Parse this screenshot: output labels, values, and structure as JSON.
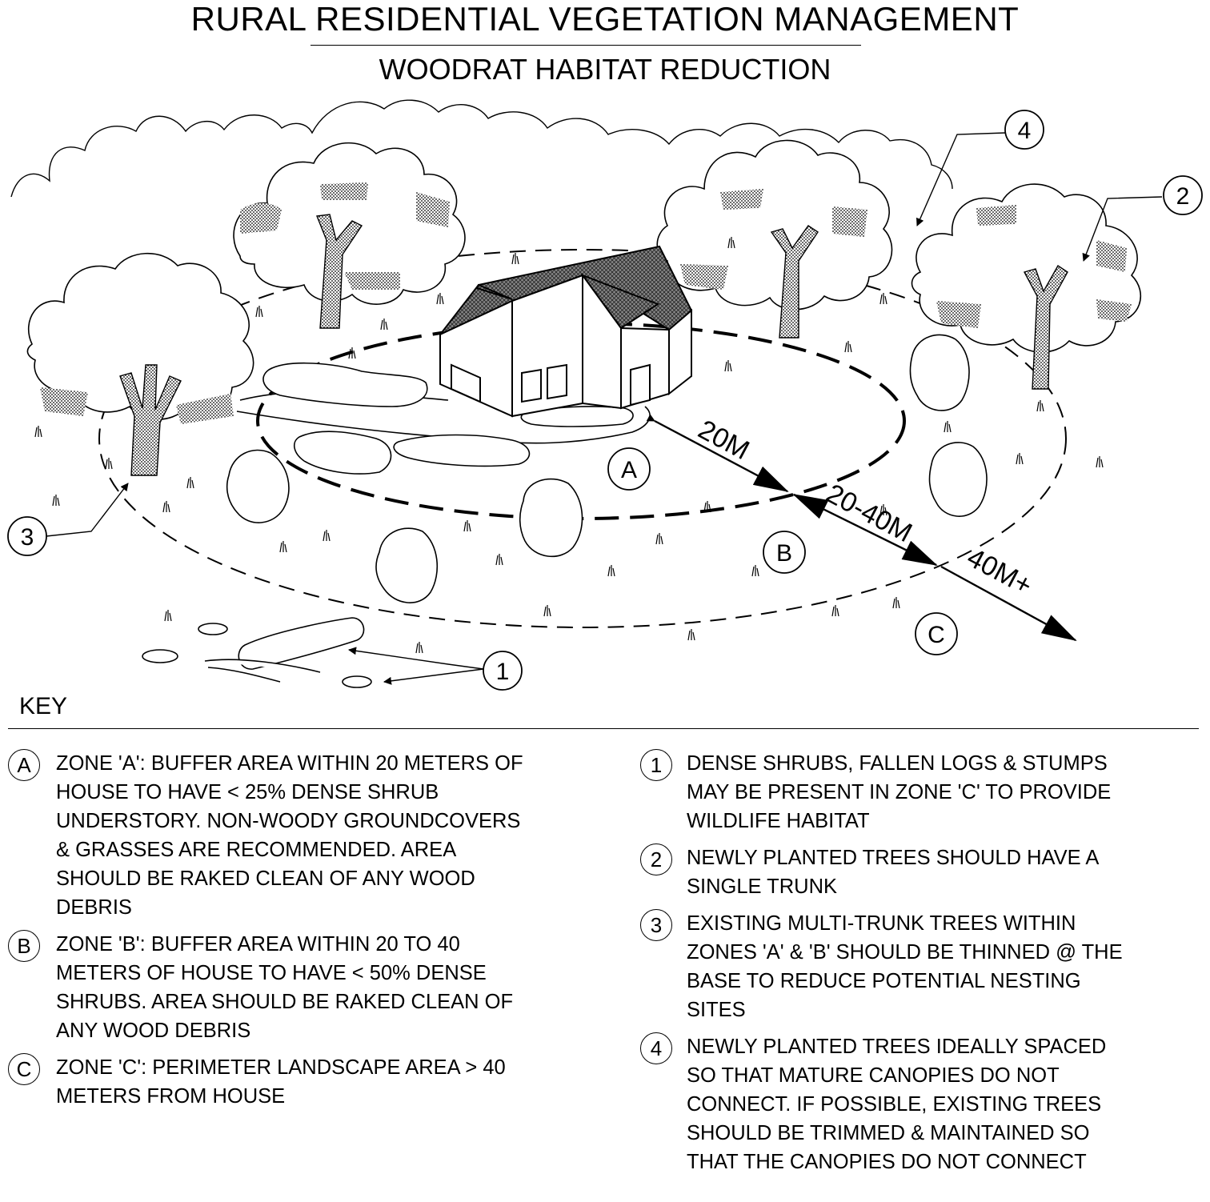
{
  "title": "RURAL RESIDENTIAL VEGETATION MANAGEMENT",
  "subtitle": "WOODRAT HABITAT REDUCTION",
  "figure": {
    "distances": [
      {
        "id": "d1",
        "label": "20M"
      },
      {
        "id": "d2",
        "label": "20-40M"
      },
      {
        "id": "d3",
        "label": "40M+"
      }
    ],
    "zones": [
      {
        "id": "zone-a",
        "label": "A"
      },
      {
        "id": "zone-b",
        "label": "B"
      },
      {
        "id": "zone-c",
        "label": "C"
      }
    ],
    "callouts": [
      {
        "id": "callout-1",
        "label": "1"
      },
      {
        "id": "callout-2",
        "label": "2"
      },
      {
        "id": "callout-3",
        "label": "3"
      },
      {
        "id": "callout-4",
        "label": "4"
      }
    ]
  },
  "key": {
    "heading": "KEY",
    "zones": [
      {
        "badge": "A",
        "text": "ZONE 'A': BUFFER AREA WITHIN 20 METERS OF\nHOUSE TO HAVE < 25% DENSE SHRUB\nUNDERSTORY.  NON-WOODY GROUNDCOVERS\n& GRASSES ARE RECOMMENDED. AREA\nSHOULD BE RAKED CLEAN OF ANY WOOD\nDEBRIS"
      },
      {
        "badge": "B",
        "text": "ZONE 'B': BUFFER AREA WITHIN 20 TO 40\nMETERS OF HOUSE TO HAVE < 50% DENSE\nSHRUBS.  AREA SHOULD BE RAKED CLEAN OF\nANY WOOD DEBRIS"
      },
      {
        "badge": "C",
        "text": "ZONE 'C': PERIMETER LANDSCAPE AREA > 40\nMETERS FROM HOUSE"
      }
    ],
    "notes": [
      {
        "badge": "1",
        "text": "DENSE SHRUBS, FALLEN LOGS & STUMPS\nMAY BE PRESENT IN ZONE 'C' TO PROVIDE\nWILDLIFE HABITAT"
      },
      {
        "badge": "2",
        "text": "NEWLY PLANTED TREES SHOULD HAVE A\nSINGLE TRUNK"
      },
      {
        "badge": "3",
        "text": "EXISTING MULTI-TRUNK TREES WITHIN\nZONES 'A' & 'B' SHOULD BE THINNED @ THE\nBASE TO REDUCE POTENTIAL NESTING\nSITES"
      },
      {
        "badge": "4",
        "text": "NEWLY PLANTED TREES IDEALLY SPACED\nSO THAT MATURE CANOPIES DO NOT\nCONNECT.  IF POSSIBLE, EXISTING TREES\nSHOULD BE TRIMMED & MAINTAINED SO\nTHAT THE CANOPIES DO NOT CONNECT"
      }
    ]
  }
}
